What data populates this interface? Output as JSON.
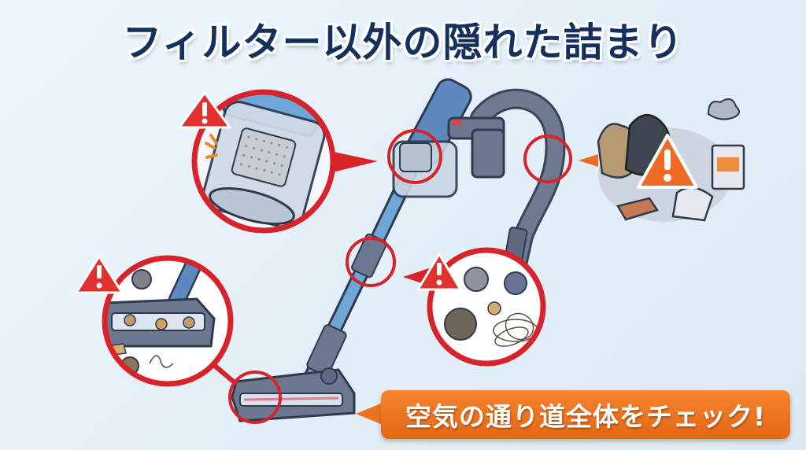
{
  "title": "フィルター以外の隠れた詰まり",
  "cta": {
    "label": "空気の通り道全体をチェック!"
  },
  "colors": {
    "title_text": "#15305c",
    "highlight_ring": "#d9232a",
    "warning_red": "#e0312f",
    "warning_orange": "#ee6a22",
    "cta_orange": "#ee7220",
    "background": "#e6f1f9",
    "vacuum_blue": "#5b8fc8",
    "vacuum_gray": "#5d6a80"
  },
  "callouts": [
    {
      "id": "dust-cup-filter",
      "description": "Dust cup / filter unit",
      "icon": "warning-triangle-red"
    },
    {
      "id": "hose",
      "description": "Flexible hose clog - trash debris",
      "icon": "warning-triangle-orange"
    },
    {
      "id": "pipe-joint",
      "description": "Pipe joint - dust, hair and lint",
      "icon": "warning-triangle-red"
    },
    {
      "id": "floor-head",
      "description": "Floor brush head - debris and hair",
      "icon": "warning-triangle-red"
    }
  ]
}
